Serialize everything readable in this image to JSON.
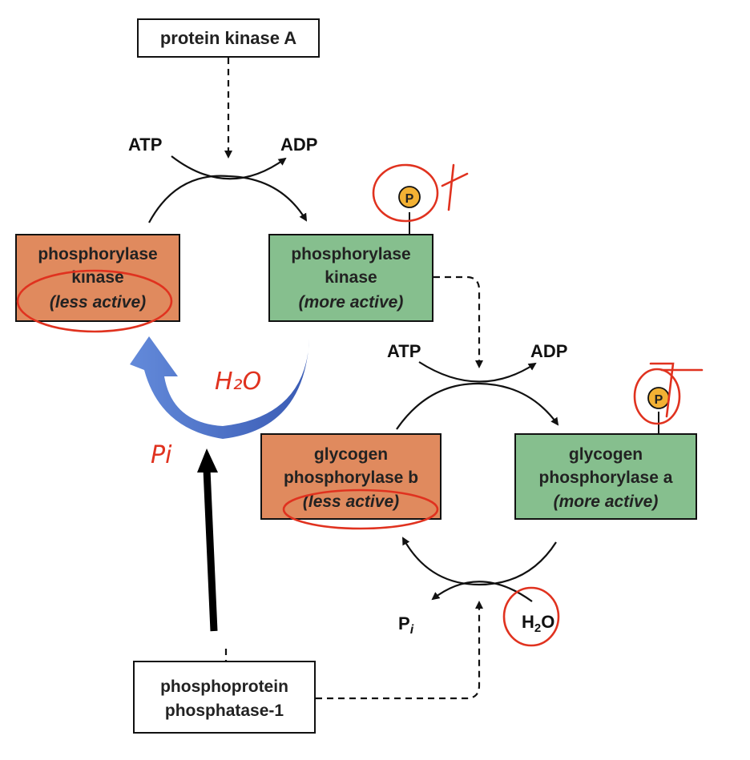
{
  "boxes": {
    "pka": {
      "label": "protein kinase A"
    },
    "pk_less": {
      "line1": "phosphorylase",
      "line2": "kinase",
      "line3": "(less active)"
    },
    "pk_more": {
      "line1": "phosphorylase",
      "line2": "kinase",
      "line3": "(more active)"
    },
    "gp_b": {
      "line1": "glycogen",
      "line2": "phosphorylase b",
      "line3": "(less active)"
    },
    "gp_a": {
      "line1": "glycogen",
      "line2": "phosphorylase a",
      "line3": "(more active)"
    },
    "pp1": {
      "line1": "phosphoprotein",
      "line2": "phosphatase-1"
    }
  },
  "molecules": {
    "atp_top": "ATP",
    "adp_top": "ADP",
    "atp_mid": "ATP",
    "adp_mid": "ADP",
    "pi_bottom": "P",
    "pi_bottom_sub": "i",
    "h2o_bottom": "H",
    "h2o_bottom_sub": "2",
    "h2o_bottom_end": "O"
  },
  "phosphate_label": "P",
  "handwriting": {
    "h2o": "H₂O",
    "pi": "Pi"
  },
  "colors": {
    "less_active_fill": "#e08a5e",
    "more_active_fill": "#86bf8e",
    "phosphate_fill": "#f2b134",
    "blue_arrow": "#3f66c6",
    "annotation_red": "#e0321f"
  }
}
